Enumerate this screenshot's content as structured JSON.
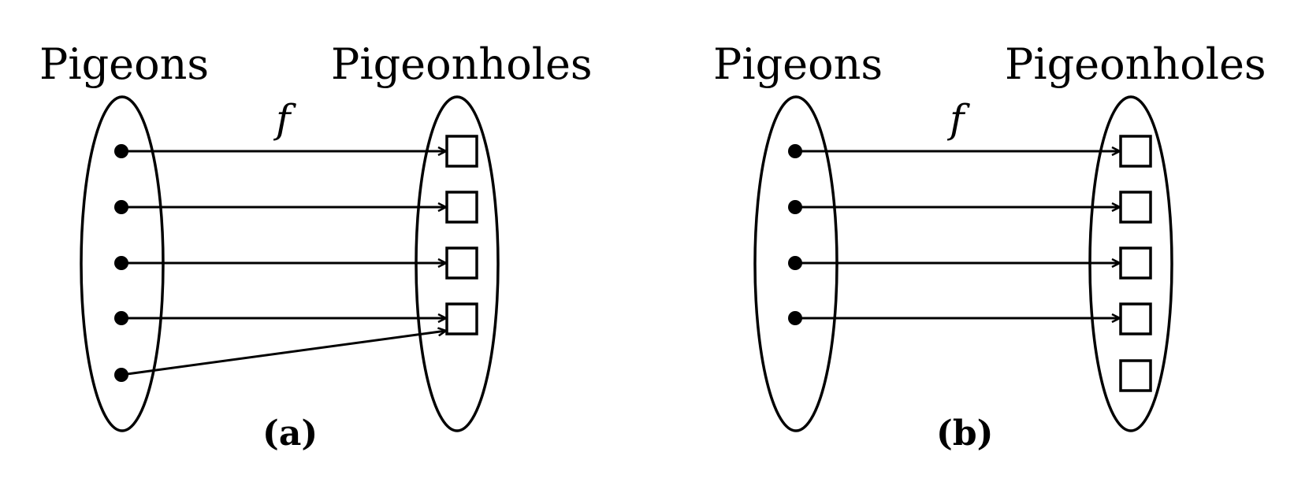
{
  "panels": [
    {
      "caption": "(a)",
      "pigeons_label": "Pigeons",
      "holes_label": "Pigeonholes",
      "function_label": "f",
      "pigeon_count": 5,
      "hole_count": 4,
      "mapping": [
        0,
        1,
        2,
        3,
        3
      ]
    },
    {
      "caption": "(b)",
      "pigeons_label": "Pigeons",
      "holes_label": "Pigeonholes",
      "function_label": "f",
      "pigeon_count": 4,
      "hole_count": 5,
      "mapping": [
        0,
        1,
        2,
        3
      ]
    }
  ]
}
